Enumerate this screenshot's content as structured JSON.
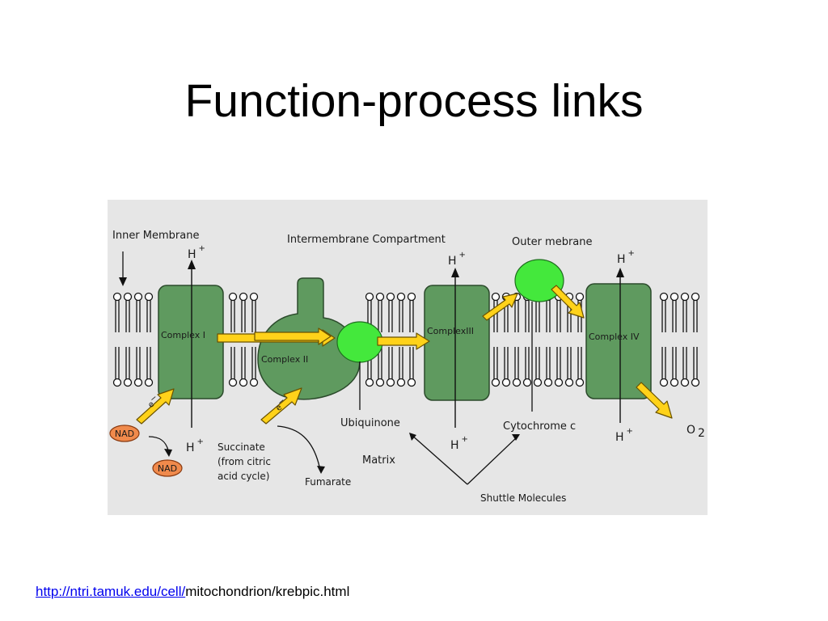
{
  "slide": {
    "title": "Function-process links"
  },
  "diagram": {
    "labels": {
      "inner_membrane": "Inner Membrane",
      "intermembrane": "Intermembrane Compartment",
      "outer_membrane": "Outer mebrane",
      "complex1": "Complex I",
      "complex2": "Complex II",
      "complex3": "ComplexIII",
      "complex4": "Complex IV",
      "ubiquinone": "Ubiquinone",
      "cytochrome": "Cytochrome c",
      "matrix": "Matrix",
      "shuttle": "Shuttle Molecules",
      "succinate_1": "Succinate",
      "succinate_2": "(from citric",
      "succinate_3": "acid cycle)",
      "fumarate": "Fumarate",
      "nad_1": "NAD",
      "nad_2": "NAD",
      "electron": "e",
      "electron_sup": "−",
      "o2_o": "O",
      "o2_sub": "2",
      "proton": "H",
      "proton_sup": "+"
    },
    "colors": {
      "background": "#e6e6e6",
      "complex": "#5f9a5f",
      "carrier": "#44e83c",
      "arrow": "#ffd21a",
      "nad": "#f08a4c"
    }
  },
  "source": {
    "link_text": "http://ntri.tamuk.edu/cell/",
    "rest_text": "mitochondrion/krebpic.html"
  }
}
